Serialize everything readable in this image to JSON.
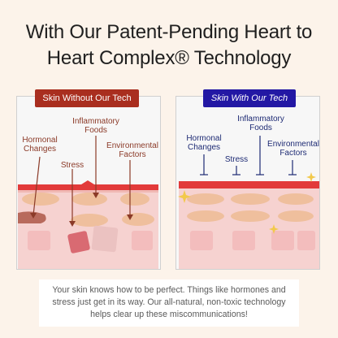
{
  "headline": {
    "line1": "With Our Patent-Pending Heart to",
    "line2": "Heart Complex® Technology"
  },
  "left_panel": {
    "title": "Skin Without Our Tech",
    "labels": {
      "inflammatory": [
        "Inflammatory",
        "Foods"
      ],
      "hormonal": [
        "Hormonal",
        "Changes"
      ],
      "stress": "Stress",
      "environmental": [
        "Environmental",
        "Factors"
      ]
    }
  },
  "right_panel": {
    "title": "Skin With Our Tech",
    "labels": {
      "inflammatory": [
        "Inflammatory",
        "Foods"
      ],
      "hormonal": [
        "Hormonal",
        "Changes"
      ],
      "stress": "Stress",
      "environmental": [
        "Environmental",
        "Factors"
      ]
    }
  },
  "note": "Your skin knows how to be perfect. Things like hormones and stress just get in its way. Our all-natural, non-toxic technology helps clear up these miscommunications!",
  "colors": {
    "background": "#fcf3ea",
    "left_accent": "#a92e1f",
    "right_accent": "#2318a4",
    "skin_top": "#e23a3a",
    "skin_base": "#f6d2d0"
  }
}
